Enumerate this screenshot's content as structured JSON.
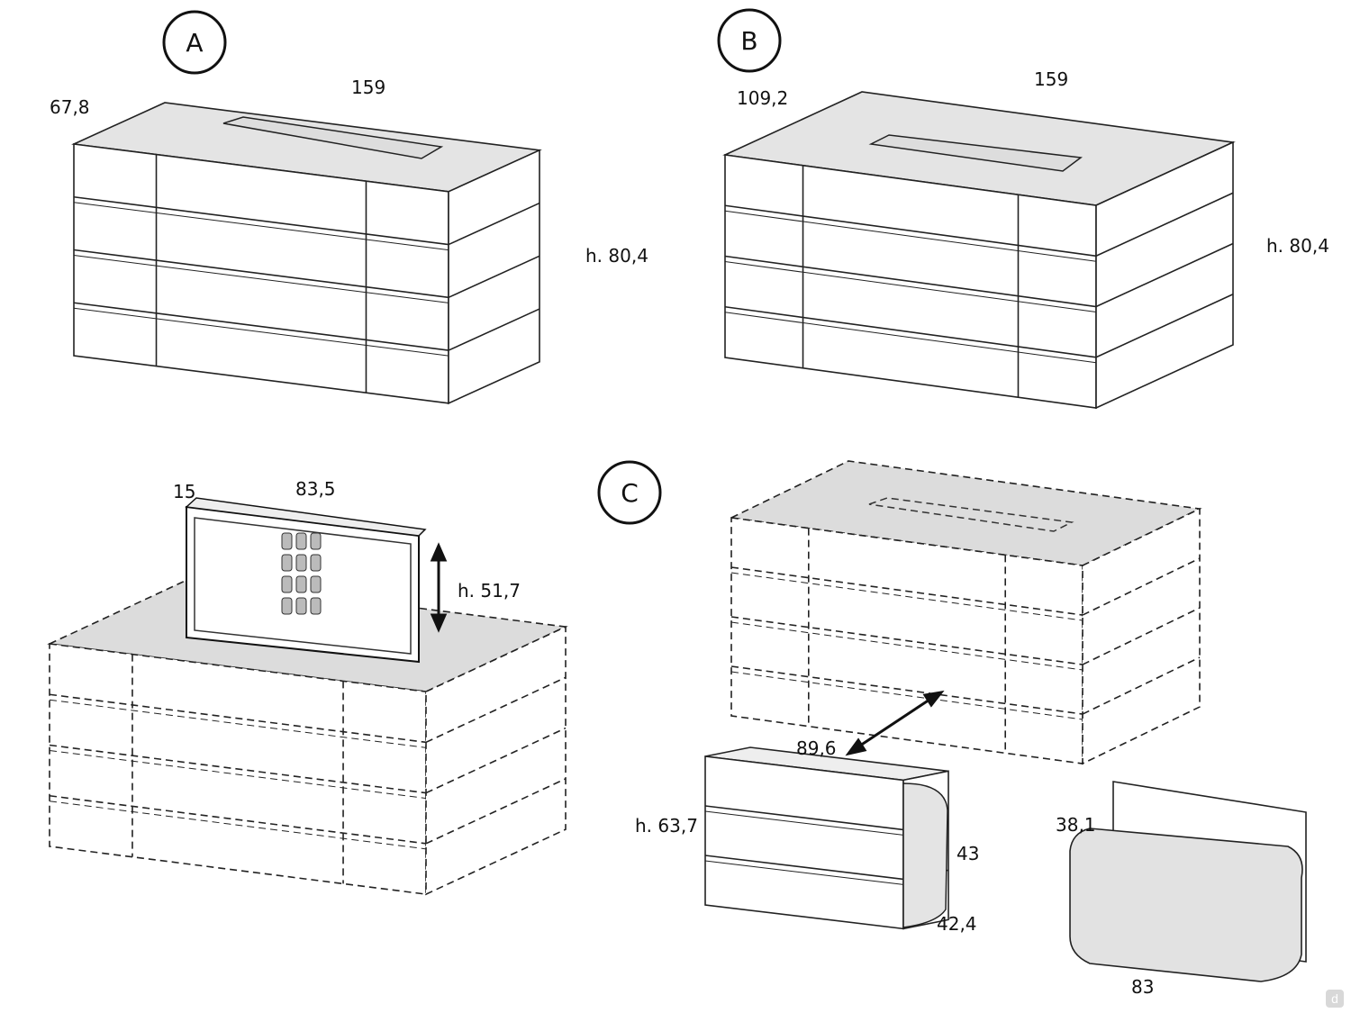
{
  "variant_a": {
    "label": "A",
    "depth": "67,8",
    "width": "159",
    "height": "h. 80,4"
  },
  "variant_b": {
    "label": "B",
    "depth": "109,2",
    "width": "159",
    "height": "h. 80,4"
  },
  "tv_lift": {
    "depth": "15",
    "width": "83,5",
    "height": "h. 51,7"
  },
  "variant_c": {
    "label": "C",
    "pull_out_depth": "89,6",
    "drawer_unit_height": "h. 63,7",
    "drawer_unit_depth_top": "43",
    "drawer_unit_depth_bottom": "42,4",
    "pouf_depth": "38,1",
    "pouf_width": "83"
  },
  "watermark": "d"
}
